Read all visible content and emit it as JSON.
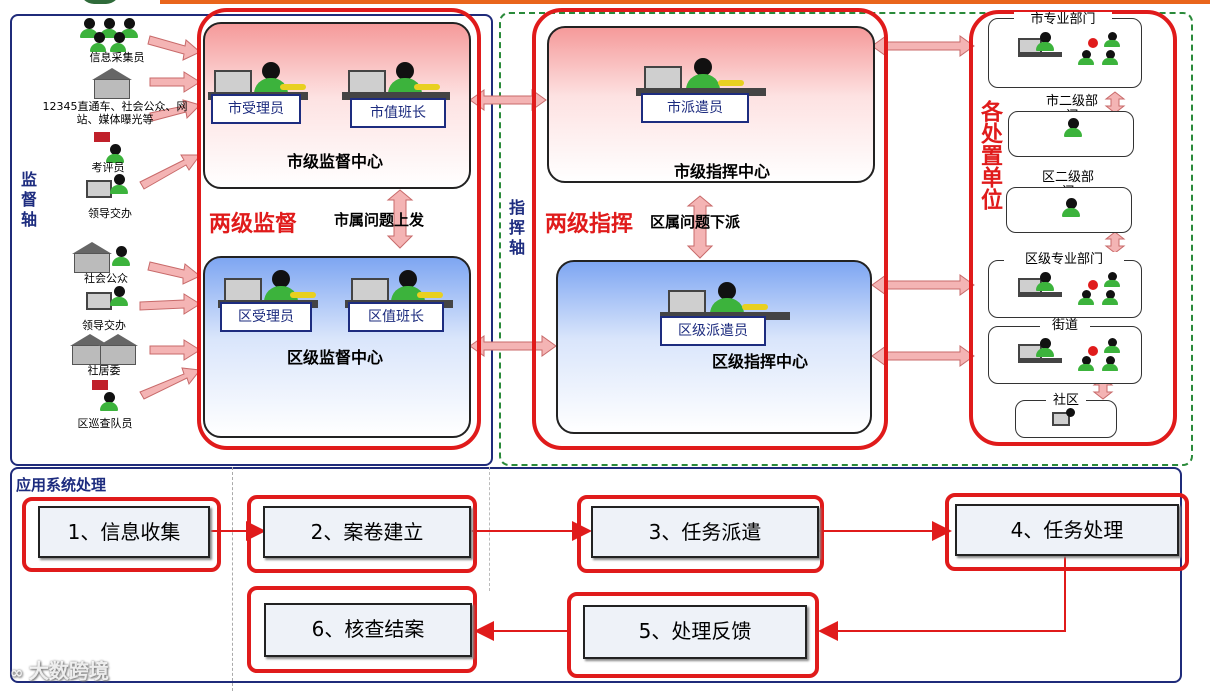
{
  "top": {},
  "sources": {
    "supervision_sources": [
      "信息采集员",
      "12345直通车、社会公众、网站、媒体曝光等",
      "考评员",
      "领导交办"
    ],
    "district_sources": [
      "社会公众",
      "领导交办",
      "社居委",
      "区巡查队员"
    ]
  },
  "axes": {
    "supervision_axis": "监督轴",
    "command_axis": "指挥轴"
  },
  "supervision": {
    "city_roles": [
      "市受理员",
      "市值班长"
    ],
    "city_center": "市级监督中心",
    "district_roles": [
      "区受理员",
      "区值班长"
    ],
    "district_center": "区级监督中心",
    "two_level_label": "两级监督",
    "up_label": "市属问题上发"
  },
  "command": {
    "city_role": "市派遣员",
    "city_center": "市级指挥中心",
    "district_role": "区级派遣员",
    "district_center": "区级指挥中心",
    "two_level_label": "两级指挥",
    "down_label": "区属问题下派"
  },
  "units": {
    "title": "各处置单位",
    "items": [
      "市专业部门",
      "市二级部门",
      "区二级部门",
      "区级专业部门",
      "街道",
      "社区"
    ]
  },
  "process": {
    "title": "应用系统处理",
    "steps": [
      "1、信息收集",
      "2、案卷建立",
      "3、任务派遣",
      "4、任务处理",
      "5、处理反馈",
      "6、核查结案"
    ]
  },
  "watermark": "大数跨境",
  "colors": {
    "accent_red": "#e01b1b",
    "navy": "#1d2c7f",
    "green": "#3cb33c",
    "orange": "#e9651c"
  }
}
